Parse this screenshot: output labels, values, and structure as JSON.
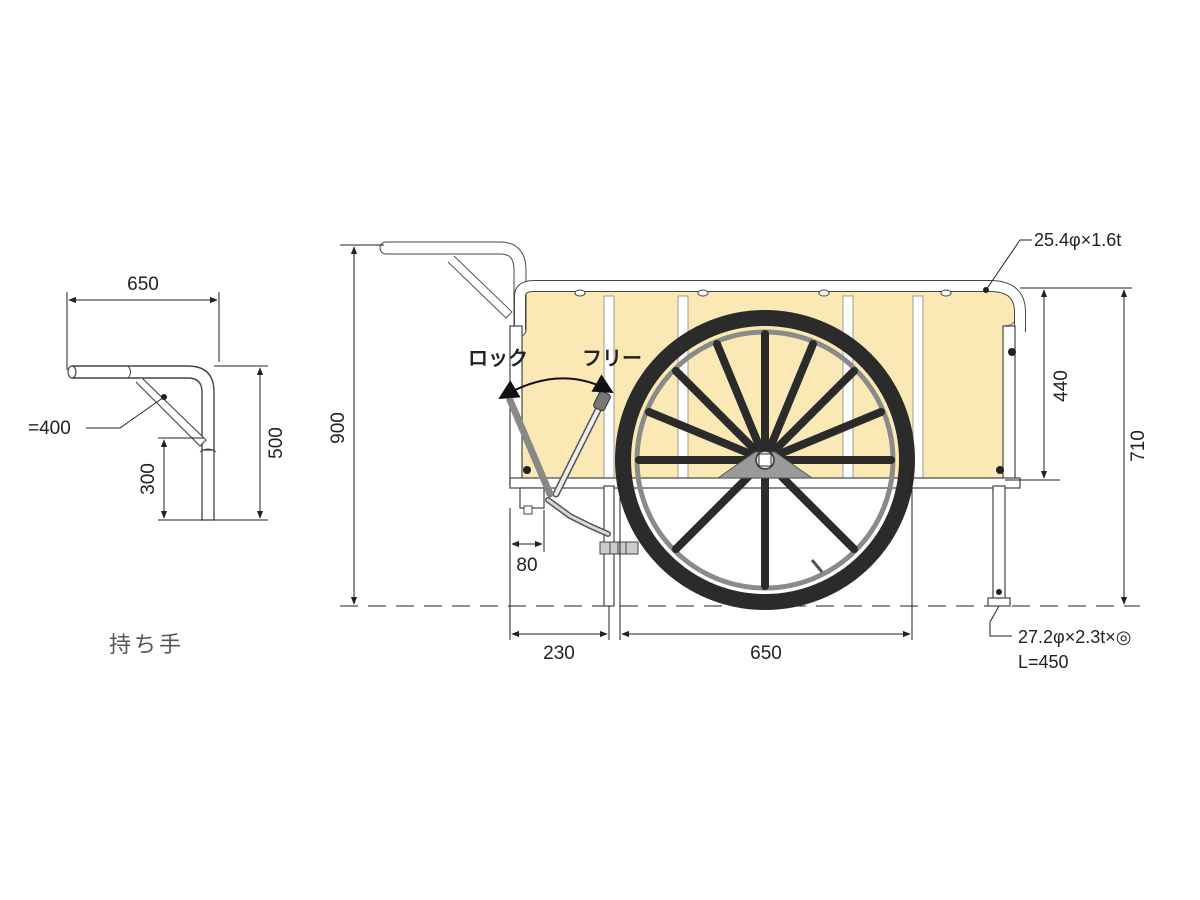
{
  "handle_view": {
    "caption": "持ち手",
    "dim_width": "650",
    "dim_height": "500",
    "dim_lower": "300",
    "dim_leader": "=400"
  },
  "side_view": {
    "dim_total_height": "900",
    "dim_body_height": "440",
    "dim_frame_height": "710",
    "dim_stand_offset": "80",
    "dim_front": "230",
    "dim_wheel": "650",
    "pipe_spec": "25.4φ×1.6t",
    "leg_spec": "27.2φ×2.3t×◎",
    "leg_length": "L=450",
    "label_lock": "ロック",
    "label_free": "フリー"
  },
  "colors": {
    "panel": "#fbe9b5",
    "tire": "#2b2b2b",
    "frame": "#ffffff",
    "line": "#222222"
  }
}
